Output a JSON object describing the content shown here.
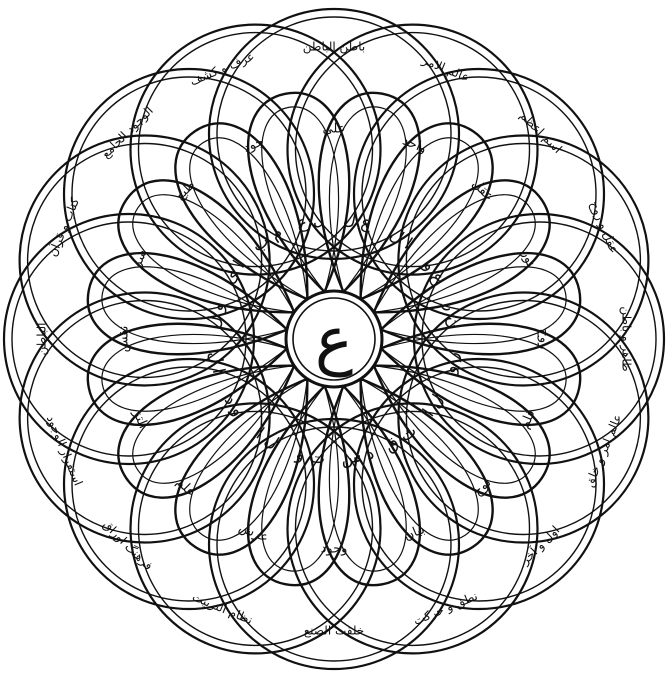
{
  "center": {
    "letter": "ع"
  },
  "outer_labels": [
    "ﺑﺎﻃﻦ ﺍﻟﺒﺎﻃﻦ",
    "ﻋﺎﻟﻢ ﺍﻻﻣﺮ",
    "ﺍﺳﻢ ﺍﻋﻈﻢ",
    "ﻋﻘﻞ ﻭ ﺭﻭﺡ",
    "ﻇﺎﻫﺮ ﻭ ﺑﺎﻃﻦ",
    "ﻋﺎﻟﻢ ﺍﻣﺮ ﻭ ﺧﻠﻖ",
    "ﺍﻭﻝ ﻭ ﺁﺧﺮ",
    "ﻧﻄﻖ ﻭ ﺣﺮﻛﺖ",
    "ﺧﻠﻘﺖ ﺍﻟﺼﻨﻊ",
    "ﻧﻈﺎﻡ ﺍﻟﺘﺮﺑﻴﺖ",
    "ﻓﺮﻫﻨﮓ ﺍﻭﺭﺍﻕ",
    "ﺍﺳﺘﻘﺮﺍﺭ ﺍﻟﻮﺟﻮﺩ",
    "ﺍﻟﺒﺎﻃﻦ",
    "ﻛﺘﺎﺏ ﻭ ﻗﺮﺁﻥ",
    "ﺍﻟﻮﺟﻮﺩ ﺍﻟﺠﺎﻣﻊ",
    "ﻋﺮﻑ ﻭ ﻛﺸﻒ"
  ],
  "middle_labels": [
    "ﻋﻠﻲ",
    "ﻭﺍﺣﺪ",
    "ﻋﻘﻞ",
    "ﻧﻮﺭ",
    "ﺭﻭﺡ",
    "ﻗﻠﻢ",
    "ﻟﻮﺡ",
    "ﺑﻴﺎﻥ",
    "ﻭﺟﻮﺩ",
    "ﻋﺮﺵ",
    "ﻋﻠﻢ",
    "ﺍﻟﺘﺰ",
    "ﻧﻔﺲ",
    "ﺳﺮ",
    "ﻃﺒﻊ",
    "ﺟﻮﺩ"
  ],
  "inner_labels": [
    "ﻉ ﻝ",
    "ﺍ ﻝ",
    "ﻉ ﻭ",
    "ﻥ ﺭ",
    "ﺭ ﻭ",
    "ﻝ ﺍ",
    "ﺕ ﻕ",
    "ﺩ ﺱ",
    "ﺕ ﻭ",
    "ﻝ ﺍ",
    "ﻭ ﺩ",
    "ﺍ ﻝ",
    "ﻭ ﻝ",
    "ﺍ ﻯ",
    "ﻡ ﺏ",
    "ﻝ ﻉ"
  ]
}
